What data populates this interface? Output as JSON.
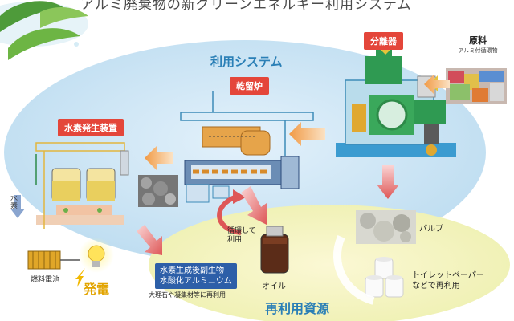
{
  "title": "アルミ廃棄物の新グリーンエネルギー利用システム",
  "labels": {
    "separator": "分離器",
    "raw_material": "原料",
    "raw_material_sub": "アルミ付循環物",
    "usage_system": "利用システム",
    "dry_distillation": "乾留炉",
    "hydrogen_generator": "水素発生装置",
    "water": "水素",
    "fuel_cell": "燃料電池",
    "power_generation": "発電",
    "byproduct": "水素生成後副生物\n水酸化アルミニウム",
    "byproduct_use": "大理石や凝集材等に再利用",
    "circulate": "循環して\n利用",
    "oil": "オイル",
    "pulp": "パルプ",
    "toilet_paper": "トイレットペーパー\nなどで再利用",
    "recycled_resources": "再利用資源"
  },
  "colors": {
    "label_red": "#e4463a",
    "label_blue": "#2d5fa8",
    "section_blue": "#2a7fb6",
    "arrow_orange": "#f0a050",
    "arrow_red": "#e06a6a",
    "lightning": "#f2b800"
  }
}
